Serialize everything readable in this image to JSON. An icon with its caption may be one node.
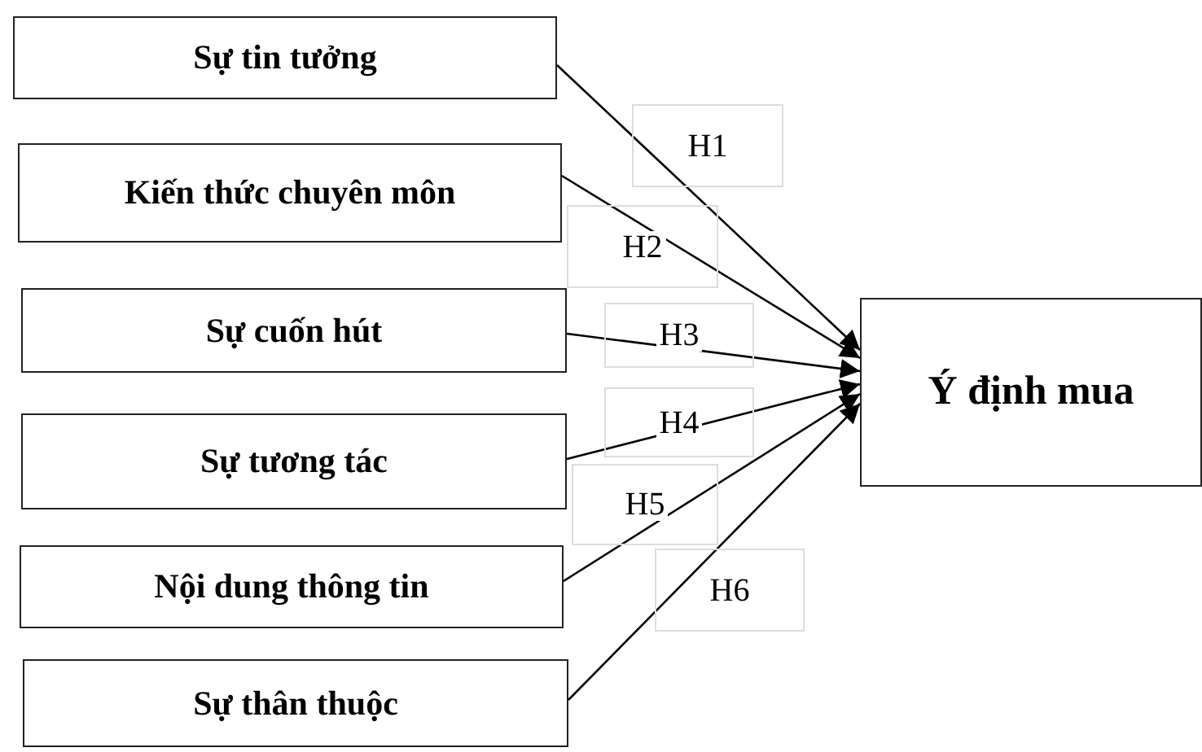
{
  "diagram": {
    "nodes": [
      {
        "text": [
          "Sự tin tưởng"
        ]
      },
      {
        "text": [
          "Kiến thức chuyên môn"
        ]
      },
      {
        "text": [
          "Sự cuốn hút"
        ]
      },
      {
        "text": [
          "Sự tương tác"
        ]
      },
      {
        "text": [
          "Nội dung thông tin"
        ]
      },
      {
        "text": [
          "Sự thân thuộc"
        ]
      },
      {
        "text": [
          "Ý định mua"
        ]
      }
    ],
    "edges": [
      {
        "from": 0,
        "to": 6,
        "arrow": "to",
        "label": "H1"
      },
      {
        "from": 1,
        "to": 6,
        "arrow": "to",
        "label": "H2"
      },
      {
        "from": 2,
        "to": 6,
        "arrow": "to",
        "label": "H3"
      },
      {
        "from": 3,
        "to": 6,
        "arrow": "to",
        "label": "H4"
      },
      {
        "from": 4,
        "to": 6,
        "arrow": "to",
        "label": "H5"
      },
      {
        "from": 5,
        "to": 6,
        "arrow": "to",
        "label": "H6"
      }
    ]
  }
}
